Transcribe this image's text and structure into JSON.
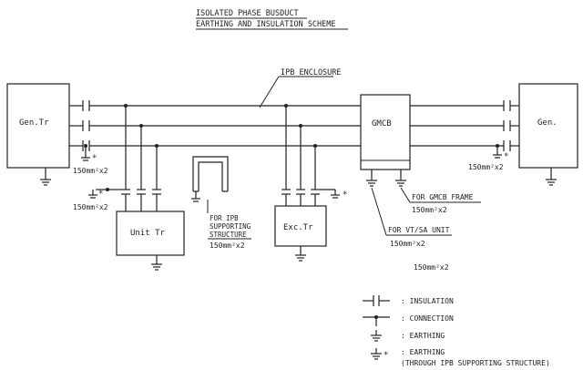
{
  "title": {
    "line1": "ISOLATED PHASE BUSDUCT",
    "line2": "EARTHING AND INSULATION SCHEME"
  },
  "labels": {
    "enclosure": "IPB ENCLOSURE",
    "gen_tr": "Gen.Tr",
    "gen": "Gen.",
    "gmcb": "GMCB",
    "unit_tr": "Unit Tr",
    "exc_tr": "Exc.Tr",
    "star": "*",
    "cable_left1": "150mm²x2",
    "cable_left2": "150mm²x2",
    "cable_right": "150mm²x2",
    "ipb_support_1": "FOR IPB",
    "ipb_support_2": "SUPPORTING",
    "ipb_support_3": "STRUCTURE",
    "ipb_support_cable": "150mm²x2",
    "gmcb_frame": "FOR GMCB FRAME",
    "gmcb_frame_cable": "150mm²x2",
    "vt_sa": "FOR VT/SA UNIT",
    "vt_sa_cable": "150mm²x2",
    "extra_cable": "150mm²x2"
  },
  "legend": [
    {
      "symbol": "insulation",
      "text": ": INSULATION"
    },
    {
      "symbol": "connection",
      "text": ": CONNECTION"
    },
    {
      "symbol": "earthing",
      "text": ": EARTHING"
    },
    {
      "symbol": "earthing-star",
      "text": ": EARTHING"
    }
  ],
  "legend_note": "(THROUGH IPB SUPPORTING STRUCTURE)"
}
